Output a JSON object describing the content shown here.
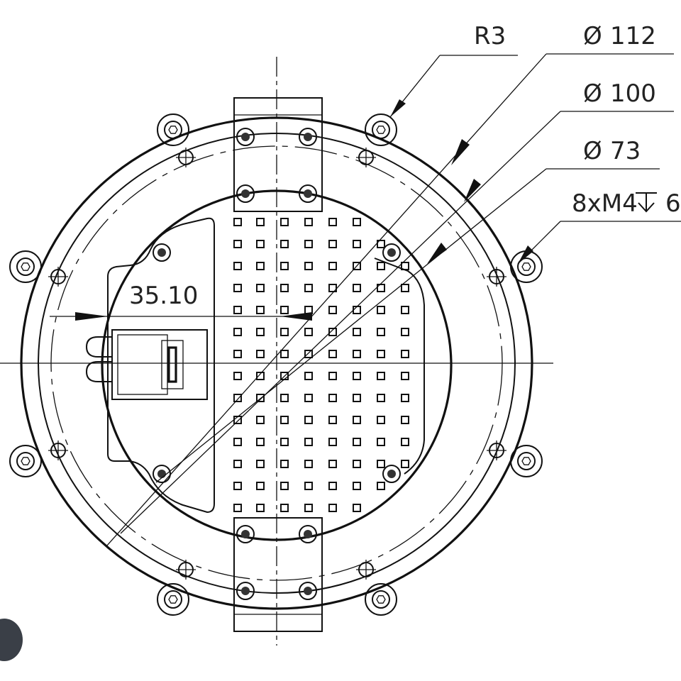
{
  "dimensions": {
    "radius_label": "R3",
    "dia_outer": "112",
    "dia_mid": "100",
    "dia_inner": "73",
    "thread_spec": "8xM4",
    "thread_depth": "6",
    "offset_label": "35.10"
  },
  "symbols": {
    "diameter": "Ø",
    "depth": "depth-symbol"
  }
}
